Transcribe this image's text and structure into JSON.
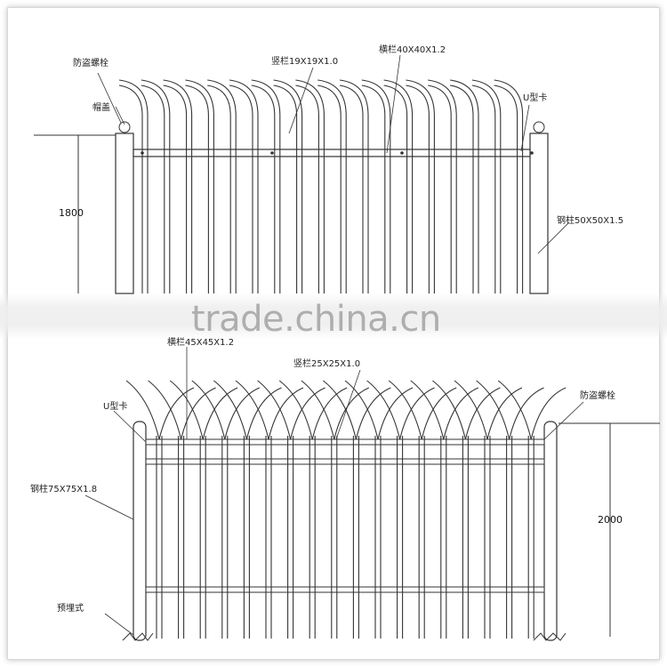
{
  "top_diagram": {
    "labels": {
      "bolt": "防盗螺栓",
      "cap": "帽盖",
      "vertical_bar": "竖栏19X19X1.0",
      "horizontal_bar": "横栏40X40X1.2",
      "u_clip": "U型卡",
      "post": "钢柱50X50X1.5",
      "height": "1800"
    }
  },
  "bottom_diagram": {
    "labels": {
      "horizontal_bar": "横栏45X45X1.2",
      "vertical_bar": "竖栏25X25X1.0",
      "u_clip": "U型卡",
      "bolt": "防盗螺栓",
      "post": "钢柱75X75X1.8",
      "embedded": "预埋式",
      "height": "2000"
    }
  },
  "watermark": "trade.china.cn"
}
